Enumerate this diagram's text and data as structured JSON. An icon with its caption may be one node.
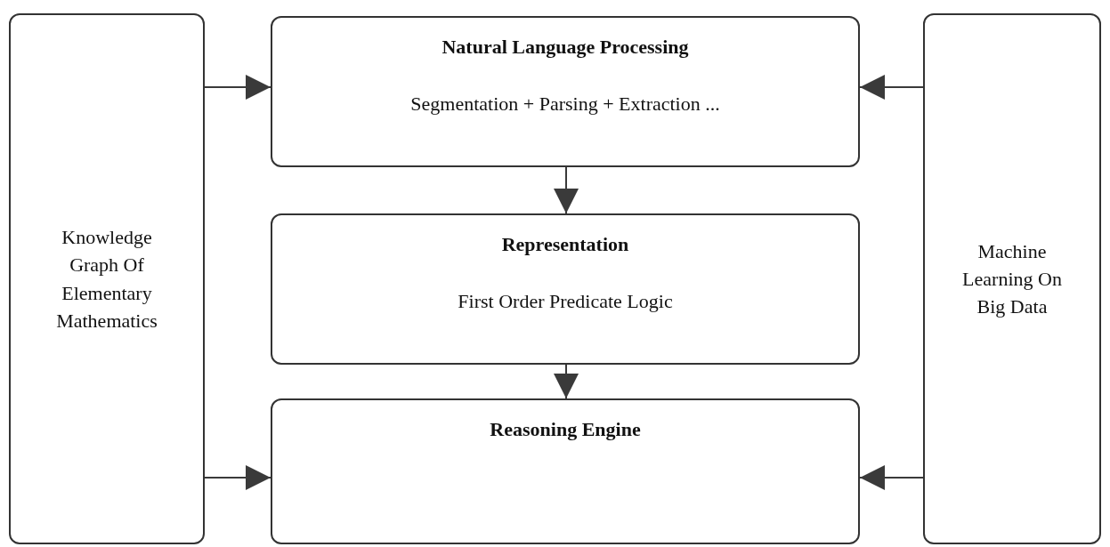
{
  "diagram": {
    "nodes": [
      {
        "text": [
          "Knowledge Graph Of Elementary Mathematics"
        ]
      },
      {
        "text": [
          "Natural Language Processing",
          "Segmentation + Parsing + Extraction ..."
        ]
      },
      {
        "text": [
          "Representation",
          "First Order Predicate Logic"
        ]
      },
      {
        "text": [
          "Reasoning Engine"
        ]
      },
      {
        "text": [
          "Machine Learning On Big Data"
        ]
      }
    ],
    "edges": [
      {
        "from": 0,
        "to": 1,
        "arrow": "to"
      },
      {
        "from": 4,
        "to": 1,
        "arrow": "to"
      },
      {
        "from": 1,
        "to": 2,
        "arrow": "to"
      },
      {
        "from": 2,
        "to": 3,
        "arrow": "to"
      },
      {
        "from": 0,
        "to": 3,
        "arrow": "to"
      },
      {
        "from": 4,
        "to": 3,
        "arrow": "to"
      }
    ]
  }
}
